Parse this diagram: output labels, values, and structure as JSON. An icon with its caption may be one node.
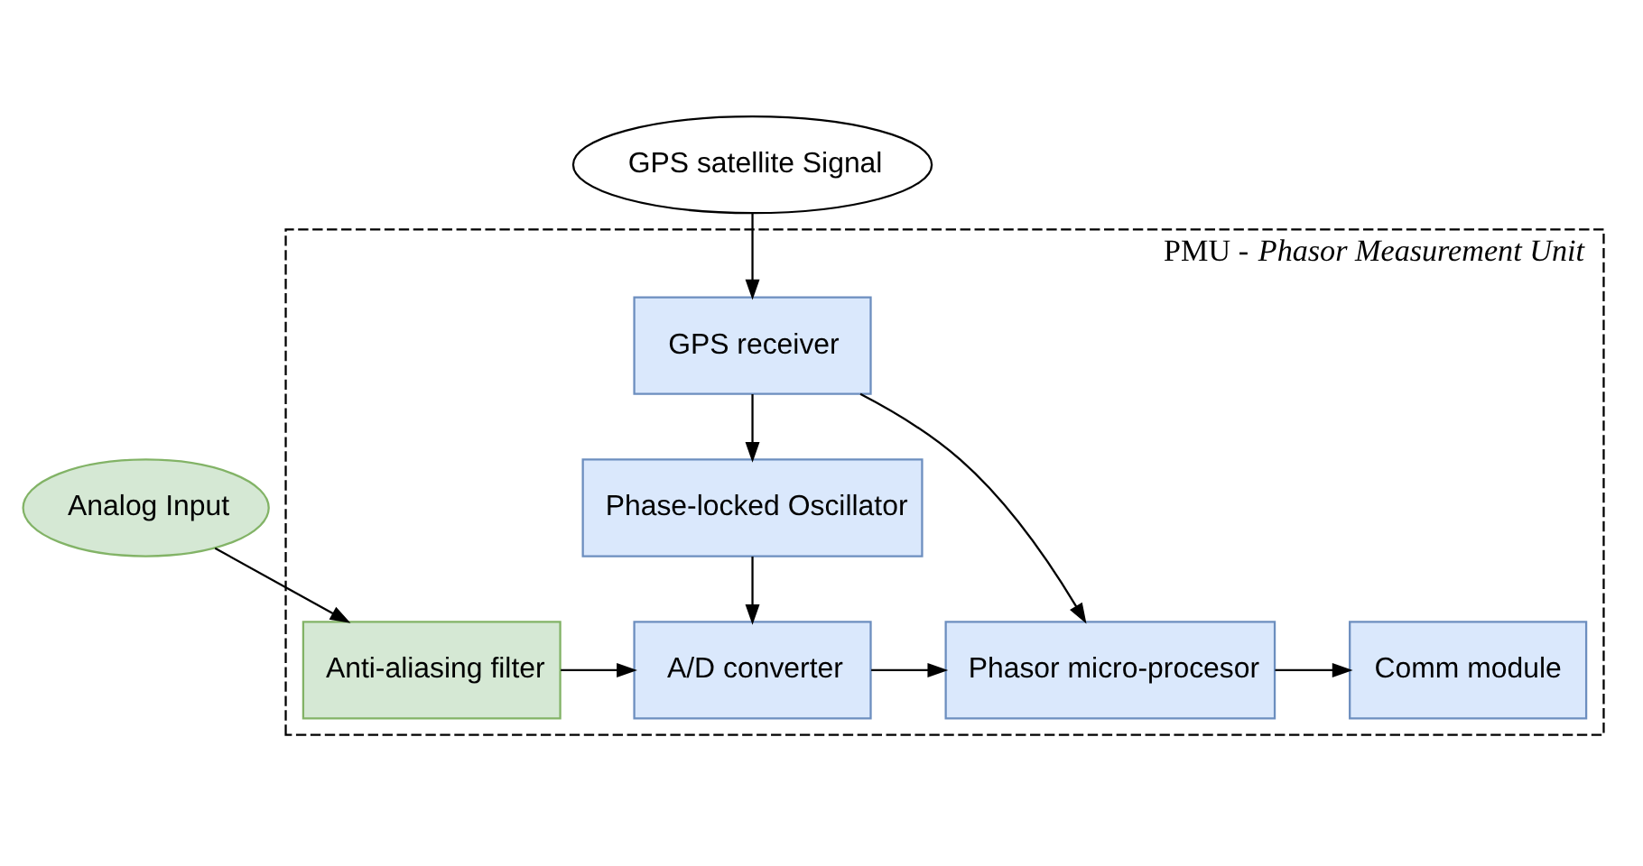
{
  "diagram": {
    "nodes": [
      {
        "text": [
          "PMU - *Phasor Measurement Unit*"
        ]
      },
      {
        "text": [
          "Analog Input"
        ]
      },
      {
        "text": [
          "GPS satellite Signal"
        ]
      },
      {
        "text": [
          "GPS receiver"
        ],
        "in": 0
      },
      {
        "text": [
          "Phase-locked Oscillator"
        ],
        "in": 0
      },
      {
        "text": [
          "Anti-aliasing filter"
        ],
        "in": 0
      },
      {
        "text": [
          "A/D converter"
        ],
        "in": 0
      },
      {
        "text": [
          "Phasor micro-procesor"
        ],
        "in": 0
      },
      {
        "text": [
          "Comm module"
        ],
        "in": 0
      }
    ],
    "edges": [
      {
        "from": 1,
        "to": 5,
        "arrow": "to"
      },
      {
        "from": 2,
        "to": 3,
        "arrow": "to"
      },
      {
        "from": 3,
        "to": 4,
        "arrow": "to"
      },
      {
        "from": 3,
        "to": 7,
        "arrow": "to"
      },
      {
        "from": 4,
        "to": 6,
        "arrow": "to"
      },
      {
        "from": 5,
        "to": 6,
        "arrow": "to"
      },
      {
        "from": 6,
        "to": 7,
        "arrow": "to"
      },
      {
        "from": 7,
        "to": 8,
        "arrow": "to"
      }
    ]
  }
}
